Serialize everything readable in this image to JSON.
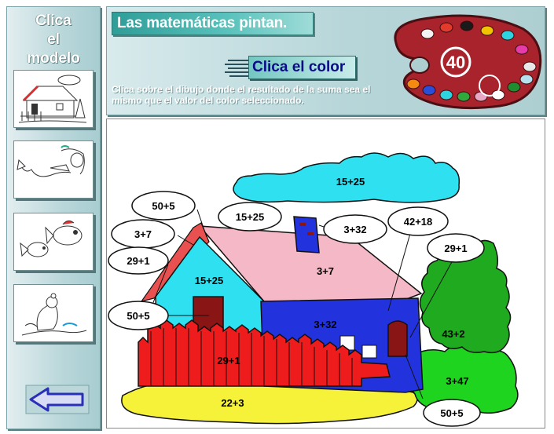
{
  "sidebar": {
    "title_lines": [
      "Clica",
      "el",
      "modelo"
    ],
    "models": [
      {
        "name": "house"
      },
      {
        "name": "mermaid"
      },
      {
        "name": "fish"
      },
      {
        "name": "seal"
      }
    ]
  },
  "header": {
    "title": "Las matemáticas pintan.",
    "color_button_label": "Clica el color",
    "instructions": "Clica sobre el dibujo donde el resultado de la suma sea el mismo que el valor del color seleccionado.",
    "selected_value": "40"
  },
  "palette": {
    "colors": [
      "#f4f4f4",
      "#e23b2e",
      "#1a1a1a",
      "#f2c300",
      "#2ed3e0",
      "#e53ca7",
      "#e8e8e8",
      "#f58a12",
      "#2b4ed8",
      "#2ed3e0",
      "#2fa93e",
      "#e8a7c2",
      "#ffffff",
      "#1f8e2e",
      "#b5e0ee"
    ],
    "selected_color": "#2ed3e0"
  },
  "drawing": {
    "labels": {
      "cloud": "15+25",
      "bubble_50_5_top": "50+5",
      "bubble_3_7": "3+7",
      "bubble_29_1_left": "29+1",
      "bubble_15_25": "15+25",
      "bubble_3_32": "3+32",
      "bubble_42_18": "42+18",
      "bubble_29_1_right": "29+1",
      "bubble_50_5_left": "50+5",
      "bubble_50_5_bottom": "50+5",
      "wall_front": "15+25",
      "roof": "3+7",
      "wall_side": "3+32",
      "fence": "29+1",
      "tree": "43+2",
      "bush": "3+47",
      "ground": "22+3"
    }
  }
}
